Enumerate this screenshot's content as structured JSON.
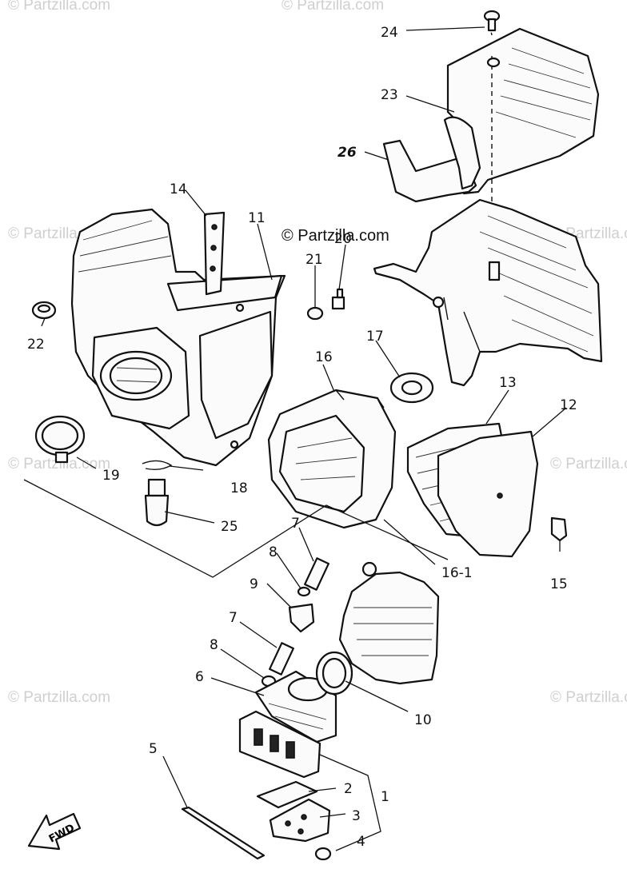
{
  "watermarks": {
    "top_left": "© Partzilla.com",
    "top_right": "© Partzilla.com",
    "mid_left": "© Partzilla.com",
    "mid_right": "© Partzilla.com",
    "row3_left": "© Partzilla.com",
    "row3_right": "© Partzilla.com",
    "bottom_left": "© Partzilla.com",
    "bottom_right": "© Partzilla.com",
    "center": "© Partzilla.com"
  },
  "callouts": {
    "c1": "1",
    "c2": "2",
    "c3": "3",
    "c4": "4",
    "c5": "5",
    "c6": "6",
    "c7a": "7",
    "c7b": "7",
    "c8a": "8",
    "c8b": "8",
    "c9": "9",
    "c10": "10",
    "c11": "11",
    "c12": "12",
    "c13": "13",
    "c14": "14",
    "c15": "15",
    "c16": "16",
    "c16_1": "16-1",
    "c17": "17",
    "c18": "18",
    "c19": "19",
    "c20": "20",
    "c21": "21",
    "c22": "22",
    "c23": "23",
    "c24": "24",
    "c25": "25",
    "c26": "26"
  },
  "fwd_label": "FWD"
}
